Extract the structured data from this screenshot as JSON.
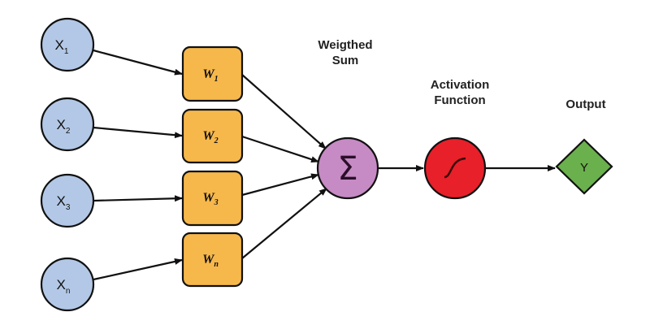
{
  "colors": {
    "input": "#b3c8e6",
    "weight": "#f7b84b",
    "sum": "#c68ac4",
    "activation": "#e8202a",
    "output": "#6ab04c",
    "stroke": "#111111"
  },
  "inputs": [
    {
      "base": "X",
      "sub": "1"
    },
    {
      "base": "X",
      "sub": "2"
    },
    {
      "base": "X",
      "sub": "3"
    },
    {
      "base": "X",
      "sub": "n"
    }
  ],
  "weights": [
    {
      "base": "W",
      "sub": "1"
    },
    {
      "base": "W",
      "sub": "2"
    },
    {
      "base": "W",
      "sub": "3"
    },
    {
      "base": "W",
      "sub": "n"
    }
  ],
  "sum": {
    "label_line1": "Weigthed",
    "label_line2": "Sum",
    "symbol": "Σ"
  },
  "activation": {
    "label_line1": "Activation",
    "label_line2": "Function",
    "icon": "sigmoid-curve-icon"
  },
  "output": {
    "label": "Output",
    "symbol": "Y"
  }
}
